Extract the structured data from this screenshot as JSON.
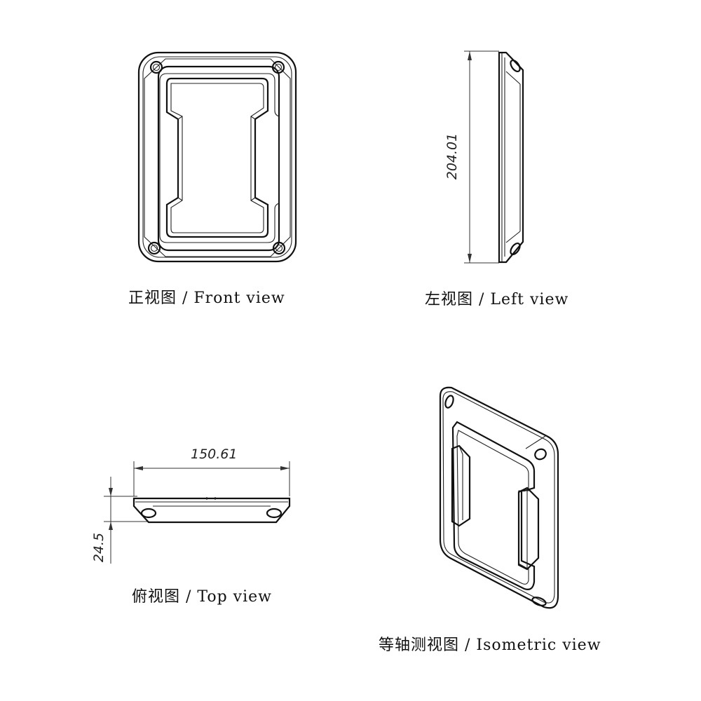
{
  "views": {
    "front": {
      "caption": "正视图 / Front view"
    },
    "left": {
      "caption": "左视图 / Left view",
      "dimension": "204.01"
    },
    "top": {
      "caption": "俯视图 / Top view",
      "dimension_width": "150.61",
      "dimension_height": "24.5"
    },
    "isometric": {
      "caption": "等轴测视图 / Isometric view"
    }
  },
  "colors": {
    "line": "#111111",
    "background": "#ffffff"
  }
}
